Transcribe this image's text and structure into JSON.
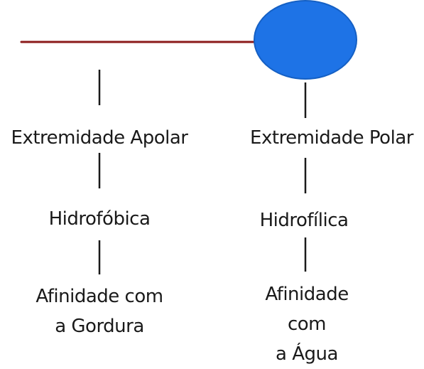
{
  "colors": {
    "tail": "#8b1a1a",
    "head": "#1e73e6",
    "head_stroke": "#1560c4",
    "connector": "#1a1a1a"
  },
  "left": {
    "region": "Extremidade Apolar",
    "property": "Hidrofóbica",
    "affinity_line1": "Afinidade com",
    "affinity_line2": "a Gordura"
  },
  "right": {
    "region": "Extremidade Polar",
    "property": "Hidrofílica",
    "affinity_line1": "Afinidade com",
    "affinity_line2": "a Água"
  }
}
